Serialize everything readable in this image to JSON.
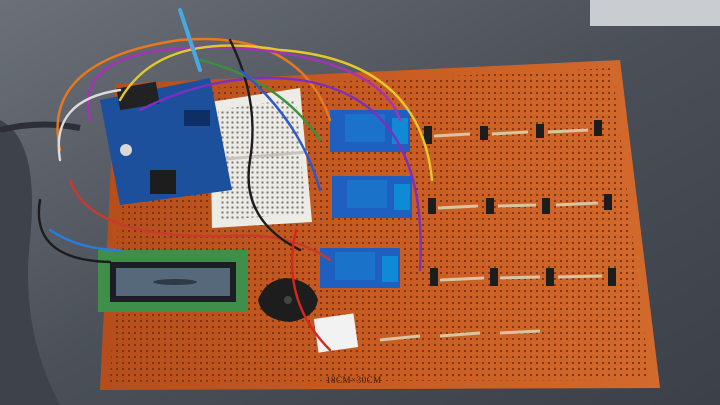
{
  "photo": {
    "board_label": "18CM×30CM",
    "colors": {
      "sofa": "#4a4f58",
      "sofa_light": "#6b7079",
      "perfboard": "#c4571f",
      "perfboard_hole": "#6e2a0b",
      "relay_blue": "#1f5fbf",
      "terminal_blue": "#1a73c9",
      "arduino_blue": "#1c4f9c",
      "breadboard": "#e9e6df",
      "lcd_green": "#3f8f4a",
      "lcd_screen": "#56697b",
      "buzzer": "#222222"
    },
    "components": [
      "arduino-board",
      "breadboard",
      "relay-module",
      "relay-module",
      "relay-module",
      "lcd-display",
      "buzzer",
      "slide-switch",
      "resistor",
      "jumper-wire"
    ]
  }
}
